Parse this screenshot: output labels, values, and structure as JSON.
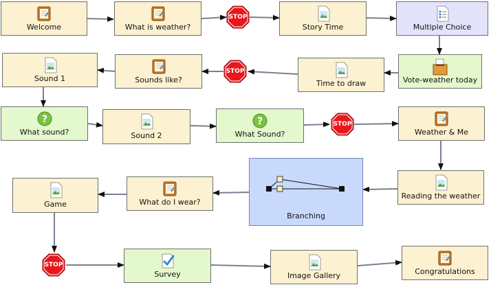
{
  "nodes": {
    "welcome": {
      "label": "Welcome"
    },
    "what_is_weather": {
      "label": "What is weather?"
    },
    "story_time": {
      "label": "Story Time"
    },
    "multiple_choice": {
      "label": "Multiple Choice"
    },
    "vote_weather_today": {
      "label": "Vote-weather today"
    },
    "time_to_draw": {
      "label": "Time to draw"
    },
    "sounds_like": {
      "label": "Sounds like?"
    },
    "sound_1": {
      "label": "Sound 1"
    },
    "what_sound": {
      "label": "What sound?"
    },
    "sound_2": {
      "label": "Sound 2"
    },
    "what_sound_2": {
      "label": "What Sound?"
    },
    "weather_and_me": {
      "label": "Weather & Me"
    },
    "reading_the_weather": {
      "label": "Reading the weather"
    },
    "branching": {
      "label": "Branching"
    },
    "what_do_i_wear": {
      "label": "What do I wear?"
    },
    "game": {
      "label": "Game"
    },
    "survey": {
      "label": "Survey"
    },
    "image_gallery": {
      "label": "Image Gallery"
    },
    "congratulations": {
      "label": "Congratulations"
    }
  },
  "stop_label": "STOP",
  "colors": {
    "tan": "#fcf1d0",
    "green": "#e3f8cc",
    "lavender": "#e3e3fb",
    "blue": "#c9d9fb",
    "stop_red": "#e8171b",
    "connector": "#7d7d92"
  }
}
